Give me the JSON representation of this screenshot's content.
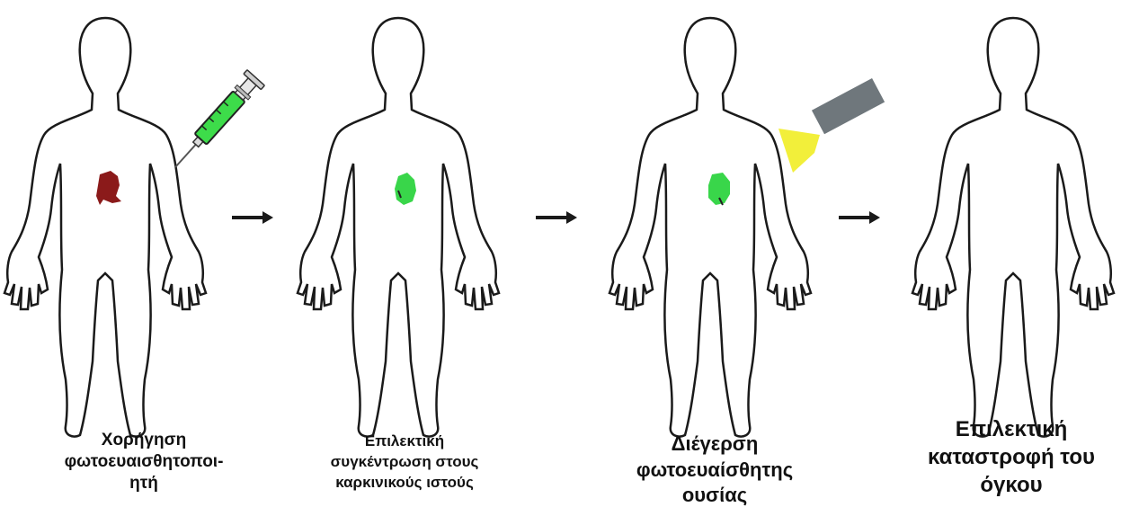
{
  "steps": [
    {
      "caption_lines": [
        "Χορήγηση",
        "φωτοευαισθητοποι-",
        "ητή"
      ],
      "tumor_color": "#8b1a1a",
      "tool": "syringe-icon"
    },
    {
      "caption_lines": [
        "Επιλεκτική",
        "συγκέντρωση στους",
        "καρκινικούς ιστούς"
      ],
      "tumor_color": "#39d64a"
    },
    {
      "caption_lines": [
        "Διέγερση",
        "φωτοευαίσθητης",
        "ουσίας"
      ],
      "tumor_color": "#39d64a",
      "tool": "light-source-icon"
    },
    {
      "caption_lines": [
        "Επιλεκτική",
        "καταστροφή του",
        "όγκου"
      ],
      "tumor_color": null
    }
  ],
  "colors": {
    "outline": "#1a1a1a",
    "syringe_liquid": "#3ddc4a",
    "light_beam": "#f2ef3a",
    "light_device": "#6f777c",
    "arrow": "#1a1a1a"
  }
}
